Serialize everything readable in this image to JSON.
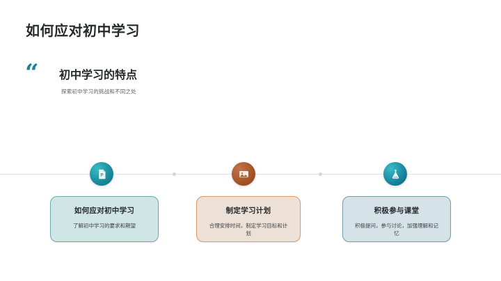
{
  "slide": {
    "title": "如何应对初中学习",
    "quote_icon": "quote-mark-icon",
    "section_heading": "初中学习的特点",
    "section_subtitle": "探索初中学习的挑战和不同之处"
  },
  "timeline": {
    "nodes": [
      {
        "icon": "document-p-icon",
        "color": "#1d93a4"
      },
      {
        "icon": "image-picture-icon",
        "color": "#ab5a2c"
      },
      {
        "icon": "flask-beaker-icon",
        "color": "#1c8fa6"
      }
    ],
    "dot_color": "#d6d6d6",
    "line_color": "#e2e2e2"
  },
  "cards": [
    {
      "title": "如何应对初中学习",
      "desc": "了解初中学习的要求和期望",
      "fill": "#cfe5e6",
      "border": "#6fa9b0"
    },
    {
      "title": "制定学习计划",
      "desc": "合理安排时间，制定学习目标和计划",
      "fill": "#ece0d7",
      "border": "#d99a6c"
    },
    {
      "title": "积极参与课堂",
      "desc": "积极提问，参与讨论，加强理解和记忆",
      "fill": "#d5e2e8",
      "border": "#7d9bab"
    }
  ]
}
